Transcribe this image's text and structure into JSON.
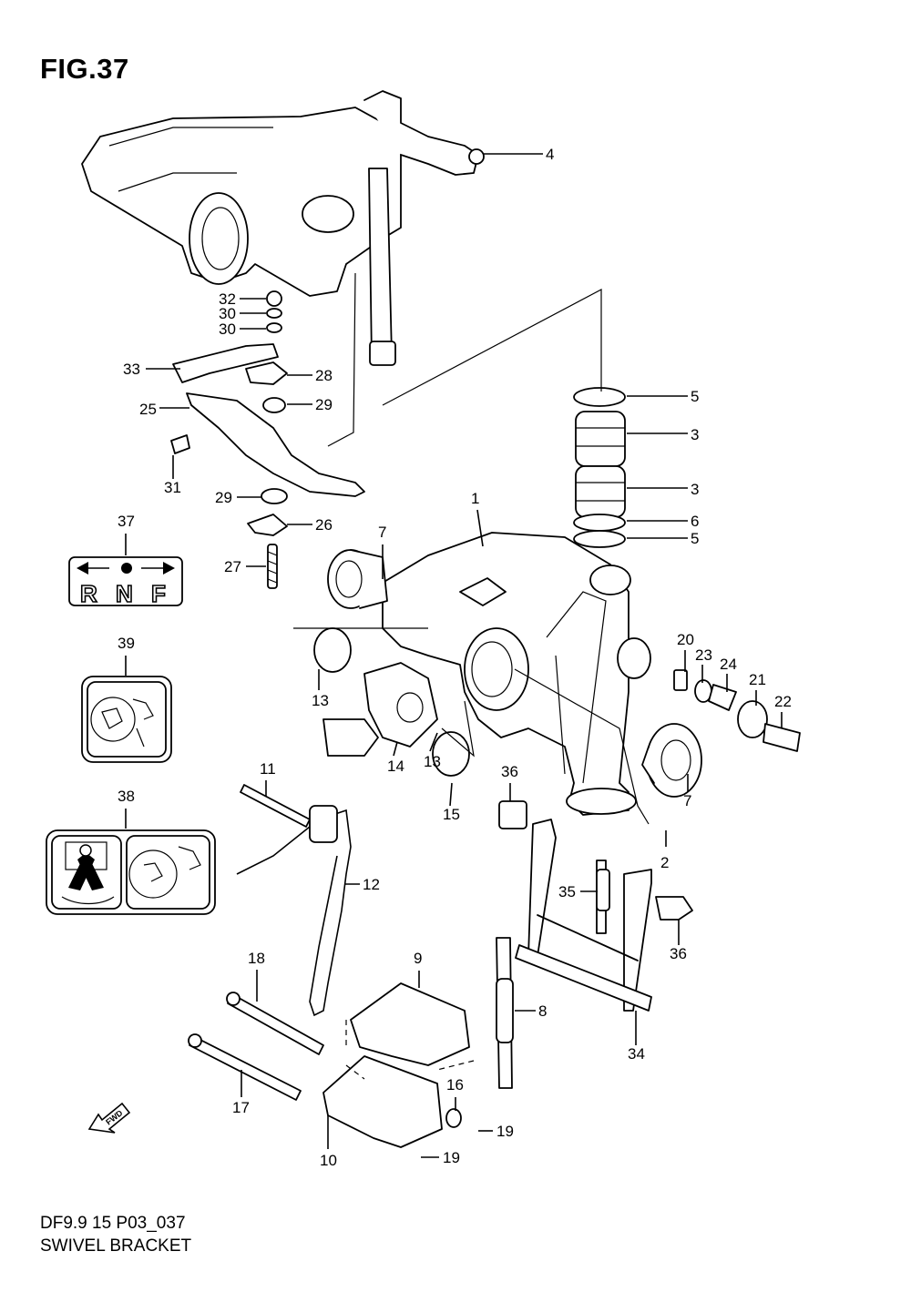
{
  "figure": {
    "title": "FIG.37",
    "code": "DF9.9 15 P03_037",
    "name": "SWIVEL BRACKET"
  },
  "callouts": [
    "1",
    "2",
    "3",
    "3",
    "4",
    "5",
    "5",
    "6",
    "7",
    "7",
    "8",
    "9",
    "10",
    "11",
    "12",
    "13",
    "13",
    "14",
    "15",
    "16",
    "17",
    "18",
    "19",
    "19",
    "20",
    "21",
    "22",
    "23",
    "24",
    "25",
    "26",
    "27",
    "28",
    "29",
    "29",
    "30",
    "30",
    "31",
    "32",
    "33",
    "34",
    "35",
    "36",
    "36",
    "37",
    "38",
    "39"
  ],
  "decals": {
    "shift_label": [
      "R",
      "N",
      "F"
    ],
    "direction_marker": "FWD"
  }
}
